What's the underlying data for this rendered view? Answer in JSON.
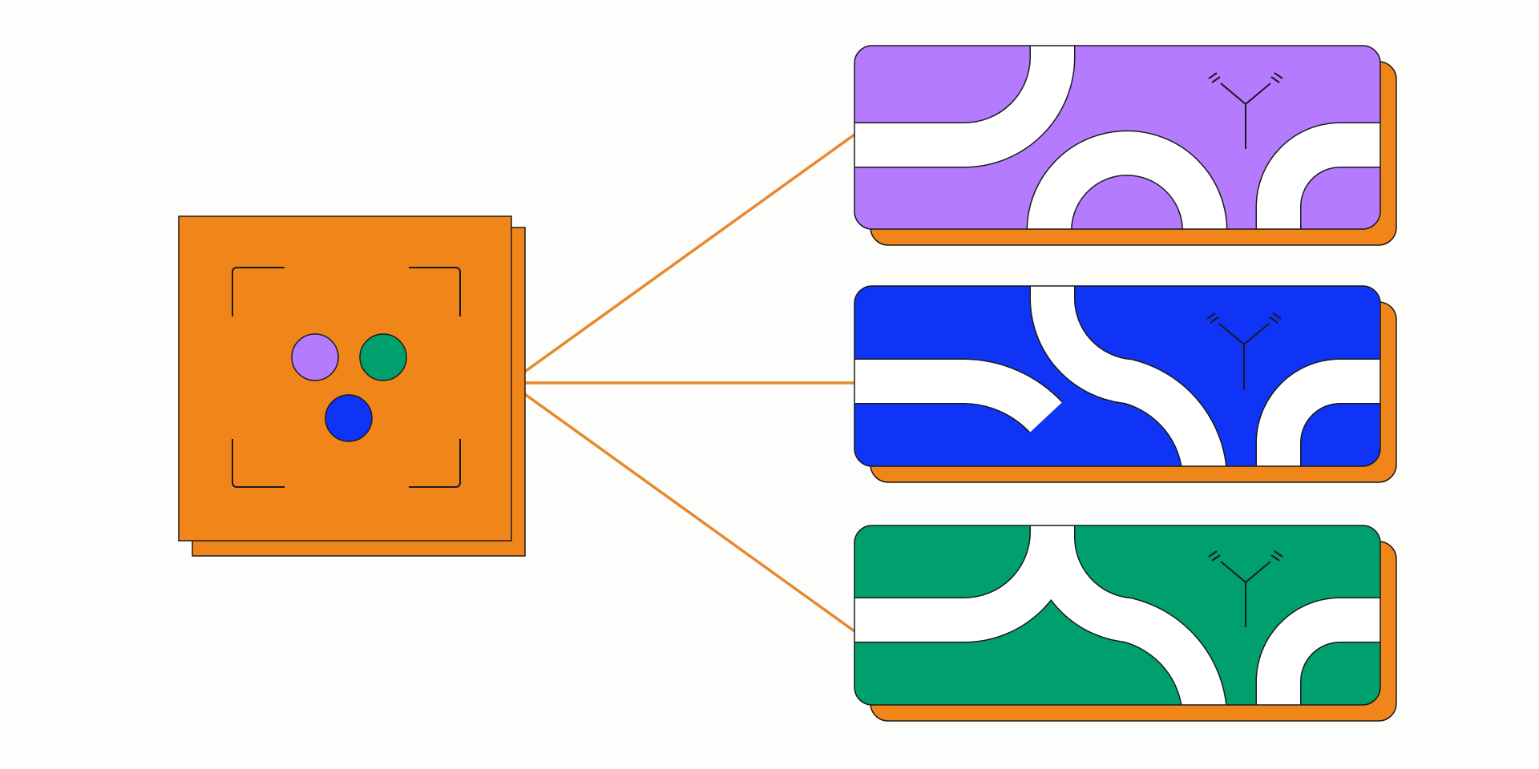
{
  "colors": {
    "background": "#fdfdfb",
    "orange": "#f0861a",
    "purple": "#b57bff",
    "blue": "#1034f5",
    "green": "#00a06e",
    "white": "#ffffff",
    "outline": "#1a1a1a",
    "connector": "#e6892e"
  },
  "source_card": {
    "icon": "focus-frame-icon",
    "dots": [
      {
        "name": "purple-dot",
        "color": "#b57bff"
      },
      {
        "name": "green-dot",
        "color": "#00a06e"
      },
      {
        "name": "blue-dot",
        "color": "#1034f5"
      }
    ]
  },
  "panels": [
    {
      "name": "purple-panel",
      "color": "#b57bff",
      "icon": "antibody-icon",
      "track": "track-a"
    },
    {
      "name": "blue-panel",
      "color": "#1034f5",
      "icon": "antibody-icon",
      "track": "track-b"
    },
    {
      "name": "green-panel",
      "color": "#00a06e",
      "icon": "antibody-icon",
      "track": "track-c"
    }
  ]
}
